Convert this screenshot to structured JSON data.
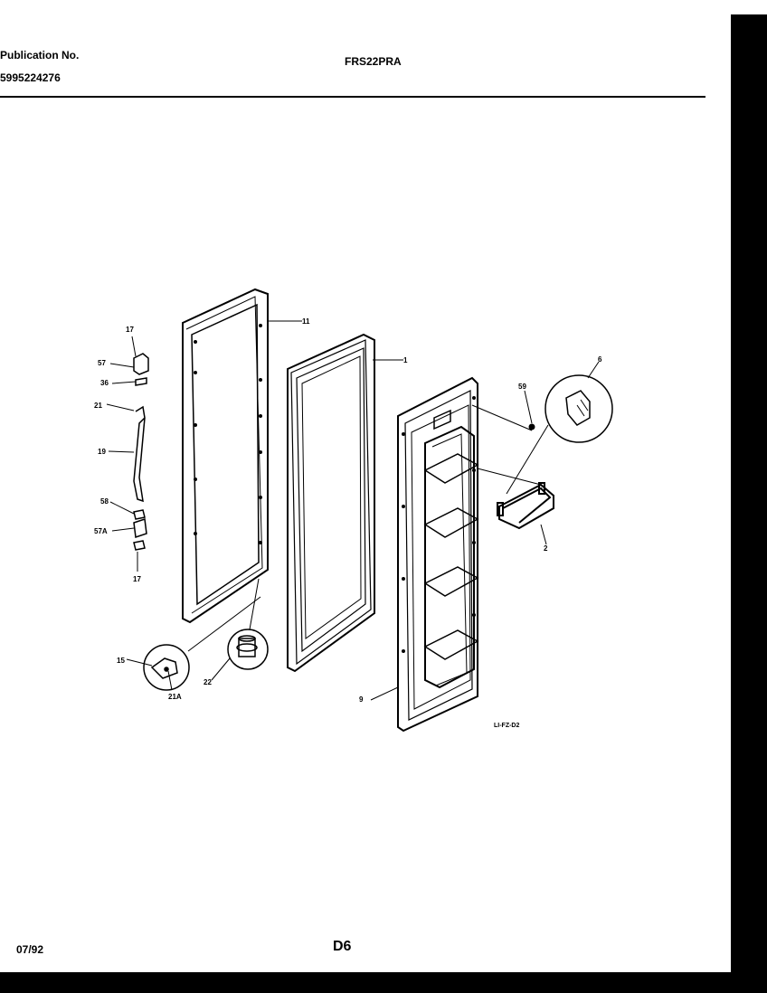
{
  "header": {
    "publication_label": "Publication No.",
    "publication_number": "5995224276",
    "model": "FRS22PRA"
  },
  "footer": {
    "date": "07/92",
    "page": "D6"
  },
  "diagram": {
    "code": "LI-FZ-D2",
    "callouts": {
      "p17a": "17",
      "p57": "57",
      "p36": "36",
      "p21": "21",
      "p19": "19",
      "p58": "58",
      "p57a": "57A",
      "p17b": "17",
      "p11": "11",
      "p1": "1",
      "p6": "6",
      "p59": "59",
      "p2": "2",
      "p9": "9",
      "p15": "15",
      "p21a": "21A",
      "p22": "22"
    }
  }
}
